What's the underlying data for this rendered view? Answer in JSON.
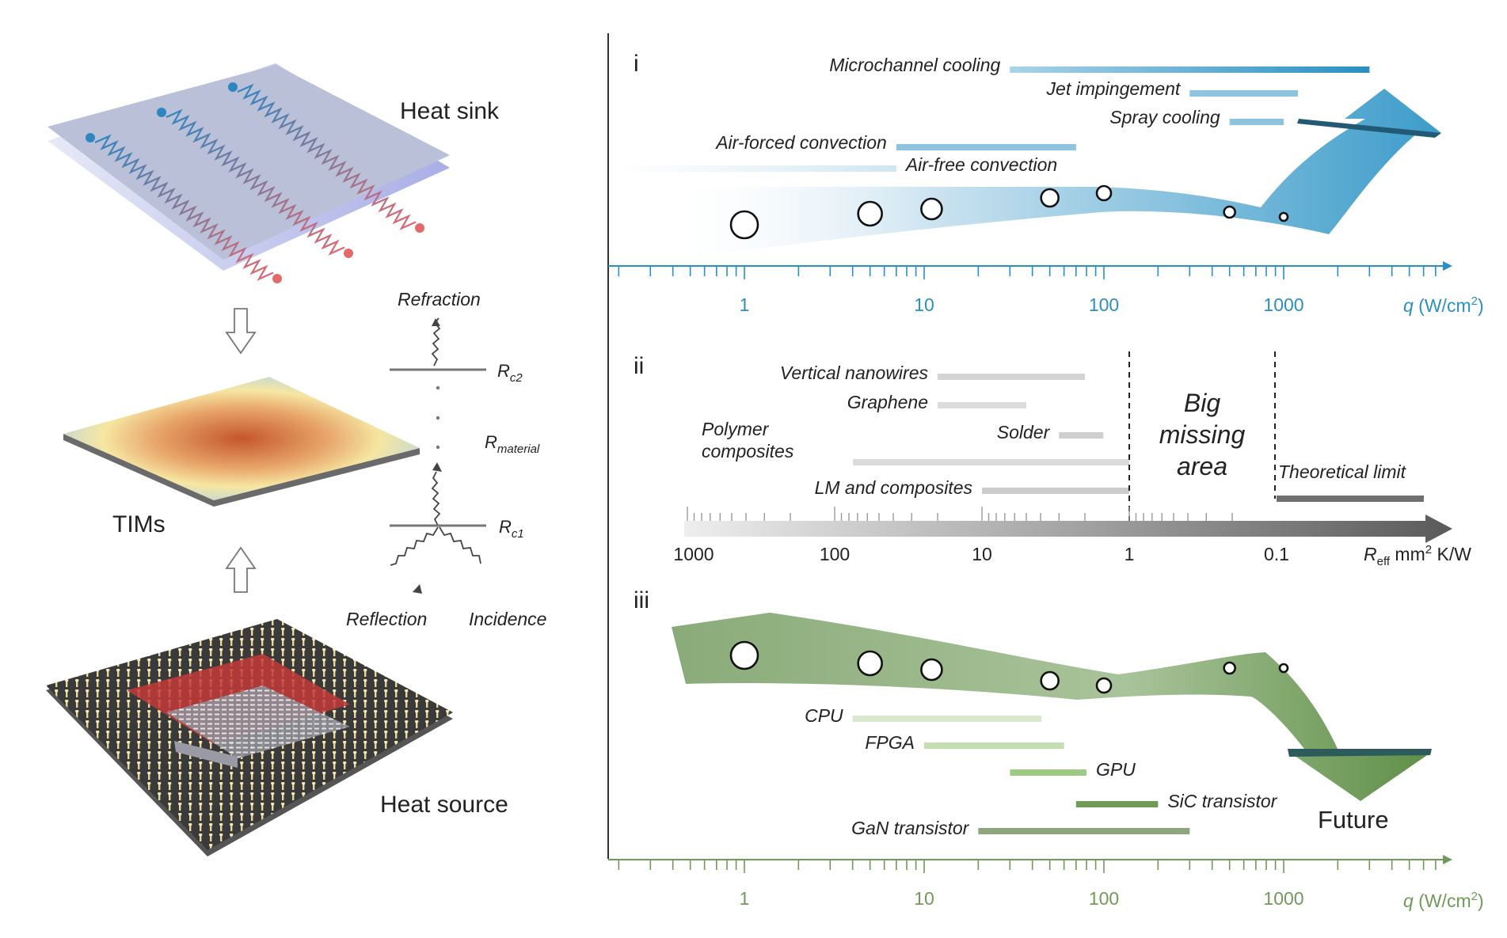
{
  "left": {
    "heat_sink_label": "Heat sink",
    "tims_label": "TIMs",
    "heat_source_label": "Heat source",
    "refraction_label": "Refraction",
    "reflection_label": "Reflection",
    "incidence_label": "Incidence",
    "rc2": {
      "base": "R",
      "sub": "c2"
    },
    "rmaterial": {
      "base": "R",
      "sub": "material"
    },
    "rc1": {
      "base": "R",
      "sub": "c1"
    }
  },
  "panel_i": {
    "roman": "i",
    "axis_unit": {
      "sym": "q",
      "rest": " (W/cm",
      "sup": "2",
      "end": ")"
    },
    "ticks": [
      1,
      10,
      100,
      1000
    ],
    "tick_labels": [
      "1",
      "10",
      "100",
      "1000"
    ],
    "color": "#2a8fc4",
    "ranges": [
      {
        "label": "Microchannel cooling",
        "from": 30,
        "to": 3000
      },
      {
        "label": "Jet impingement",
        "from": 300,
        "to": 1200
      },
      {
        "label": "Spray cooling",
        "from": 500,
        "to": 1000
      },
      {
        "label": "Air-forced convection",
        "from": 7,
        "to": 70
      },
      {
        "label": "Air-free convection",
        "from": 0.07,
        "to": 7
      }
    ]
  },
  "panel_ii": {
    "roman": "ii",
    "axis_unit": {
      "base": "R",
      "sub": "eff",
      "rest": " mm",
      "sup": "2",
      "end": " K/W"
    },
    "tick_labels": [
      "1000",
      "100",
      "10",
      "1",
      "0.1"
    ],
    "big_missing_area": [
      "Big",
      "missing",
      "area"
    ],
    "ranges": [
      {
        "label": "Vertical nanowires",
        "from": 20,
        "to": 2
      },
      {
        "label": "Graphene",
        "from": 20,
        "to": 5
      },
      {
        "label": "Solder",
        "from": 3,
        "to": 1.5
      },
      {
        "label": "Polymer composites",
        "from": 75,
        "to": 1
      },
      {
        "label": "LM and composites",
        "from": 10,
        "to": 1
      },
      {
        "label": "Theoretical limit",
        "from": 0.1,
        "to": 0.01
      }
    ]
  },
  "panel_iii": {
    "roman": "iii",
    "future_label": "Future",
    "axis_unit": {
      "sym": "q",
      "rest": " (W/cm",
      "sup": "2",
      "end": ")"
    },
    "tick_labels": [
      "1",
      "10",
      "100",
      "1000"
    ],
    "color": "#6f9a58",
    "ranges": [
      {
        "label": "CPU",
        "from": 4,
        "to": 45
      },
      {
        "label": "FPGA",
        "from": 10,
        "to": 60
      },
      {
        "label": "GPU",
        "from": 30,
        "to": 80
      },
      {
        "label": "SiC transistor",
        "from": 70,
        "to": 200
      },
      {
        "label": "GaN transistor",
        "from": 20,
        "to": 300
      }
    ]
  }
}
